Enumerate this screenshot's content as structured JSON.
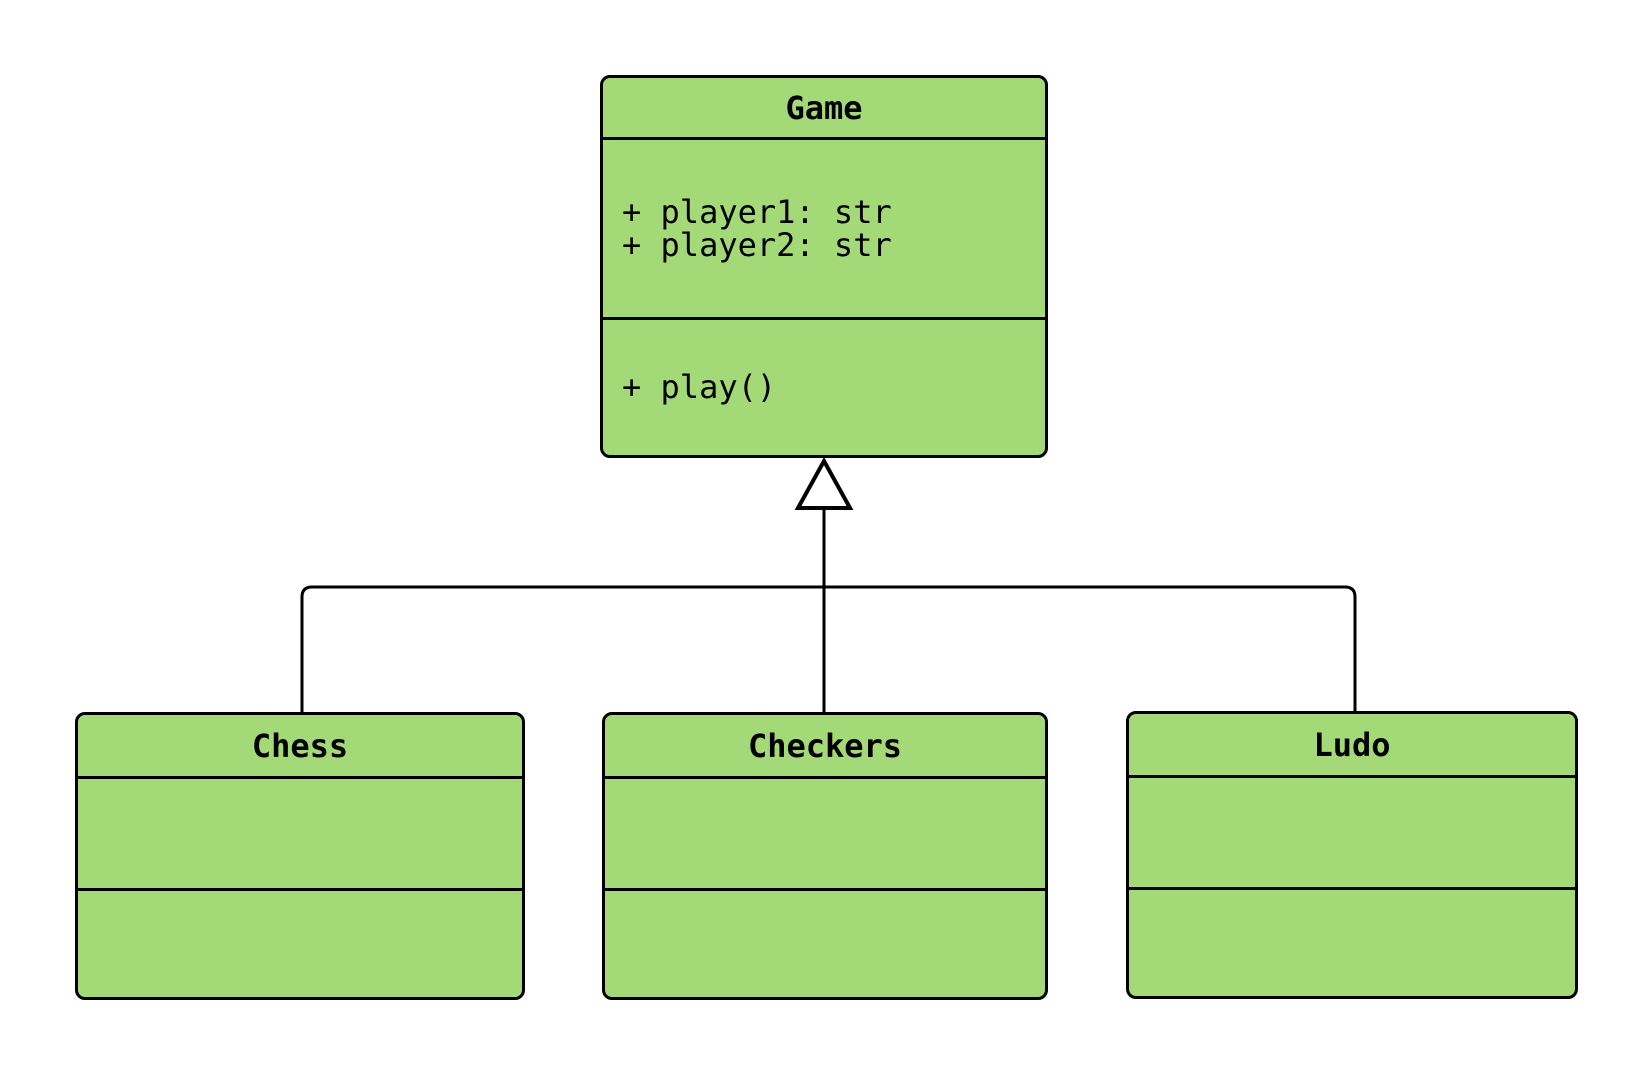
{
  "diagram": {
    "kind": "uml-class-diagram",
    "colors": {
      "background": "#ffffff",
      "node_fill": "#a3d977",
      "node_stroke": "#000000",
      "text": "#000000",
      "arrow_fill": "#ffffff"
    },
    "classes": [
      {
        "name": "Game",
        "attributes": [
          "+ player1: str",
          "+ player2: str"
        ],
        "methods": [
          "+ play()"
        ]
      },
      {
        "name": "Chess",
        "attributes": [],
        "methods": []
      },
      {
        "name": "Checkers",
        "attributes": [],
        "methods": []
      },
      {
        "name": "Ludo",
        "attributes": [],
        "methods": []
      }
    ],
    "relations": [
      {
        "type": "inheritance",
        "child": "Chess",
        "parent": "Game"
      },
      {
        "type": "inheritance",
        "child": "Checkers",
        "parent": "Game"
      },
      {
        "type": "inheritance",
        "child": "Ludo",
        "parent": "Game"
      }
    ]
  }
}
